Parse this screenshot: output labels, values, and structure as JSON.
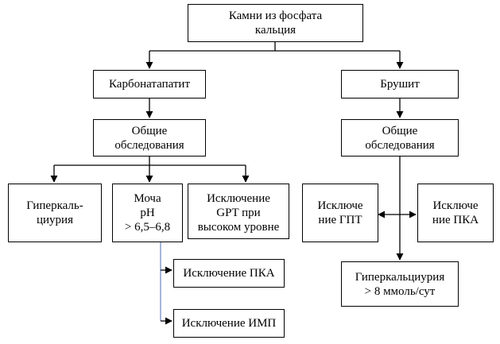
{
  "diagram": {
    "nodes": {
      "root": "Камни из фосфата\nкальция",
      "carbonate": "Карбонатапатит",
      "brushite": "Брушит",
      "general_left": "Общие\nобследования",
      "general_right": "Общие\nобследования",
      "hypercalciuria_left": "Гиперкаль-\nциурия",
      "urine_ph": "Моча\npH\n> 6,5–6,8",
      "exclude_gpt_high": "Исключение\nGPT при\nвысоком уровне",
      "exclude_pka_left": "Исключение ПКА",
      "exclude_imp": "Исключение ИМП",
      "exclude_gpt_right": "Исключе\nние ГПТ",
      "exclude_pka_right": "Исключе\nние ПКА",
      "hypercalciuria_right": "Гиперкальциурия\n> 8 ммоль/сут"
    },
    "colors": {
      "line": "#000000",
      "thin_line": "#4a6fb5"
    }
  }
}
